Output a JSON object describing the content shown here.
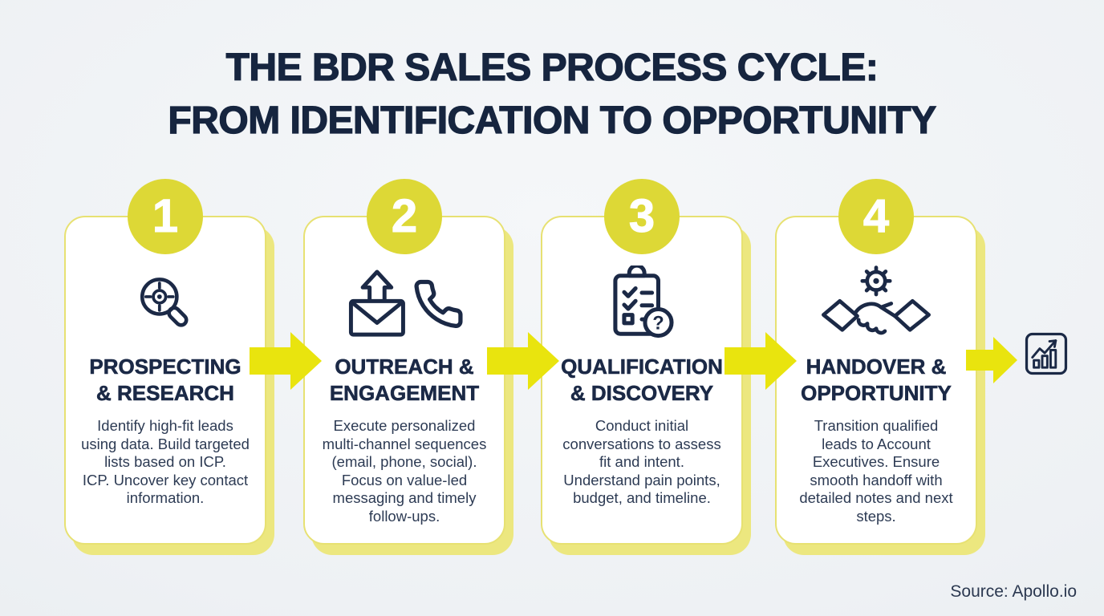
{
  "header": {
    "title_line1": "THE BDR SALES PROCESS CYCLE:",
    "title_line2": "FROM IDENTIFICATION TO OPPORTUNITY"
  },
  "steps": [
    {
      "number": "1",
      "icon": "target-search-icon",
      "title": "PROSPECTING\n& RESEARCH",
      "description": "Identify high-fit leads\nusing data. Build targeted\nlists based on ICP.\nICP. Uncover key contact\ninformation."
    },
    {
      "number": "2",
      "icon": "email-phone-icon",
      "title": "OUTREACH &\nENGAGEMENT",
      "description": "Execute personalized\nmulti-channel sequences\n(email, phone, social).\nFocus on value-led\nmessaging and timely\nfollow-ups."
    },
    {
      "number": "3",
      "icon": "checklist-question-icon",
      "title": "QUALIFICATION\n& DISCOVERY",
      "description": "Conduct initial\nconversations to assess\nfit and intent.\nUnderstand pain points,\nbudget, and timeline."
    },
    {
      "number": "4",
      "icon": "handshake-gear-icon",
      "title": "HANDOVER &\nOPPORTUNITY",
      "description": "Transition qualified\nleads to Account\nExecutives. Ensure\nsmooth handoff with\ndetailed notes and next\nsteps."
    }
  ],
  "result_icon": "growth-chart-icon",
  "glyphs": {
    "question_mark": "?"
  },
  "footer": {
    "source": "Source: Apollo.io"
  },
  "colors": {
    "navy": "#1b2946",
    "circle_yellow": "#ddd836",
    "arrow_yellow": "#e9e40e",
    "card_border": "#e7e172",
    "card_shadow": "#ece77f",
    "background": "#eef1f4"
  }
}
